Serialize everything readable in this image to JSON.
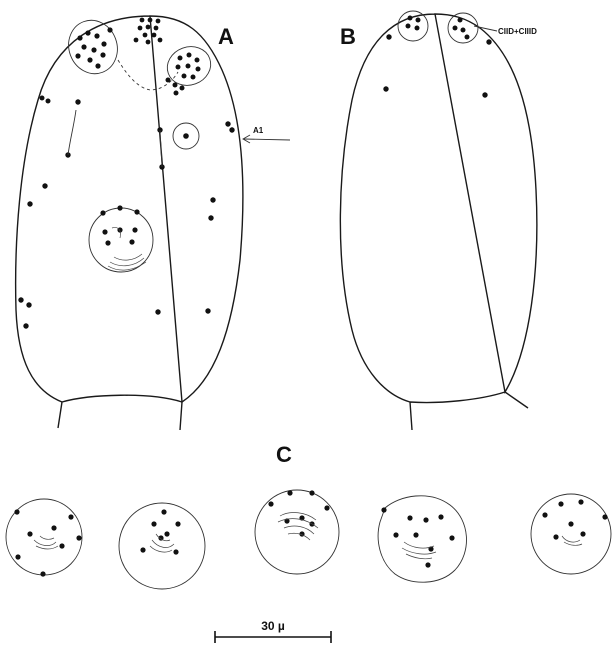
{
  "panels": {
    "a": {
      "label": "A"
    },
    "b": {
      "label": "B"
    },
    "c": {
      "label": "C"
    }
  },
  "annotations": {
    "a1": "A1",
    "b_label": "CIID+CIIID"
  },
  "scale_bar": {
    "label": "30 µ"
  }
}
